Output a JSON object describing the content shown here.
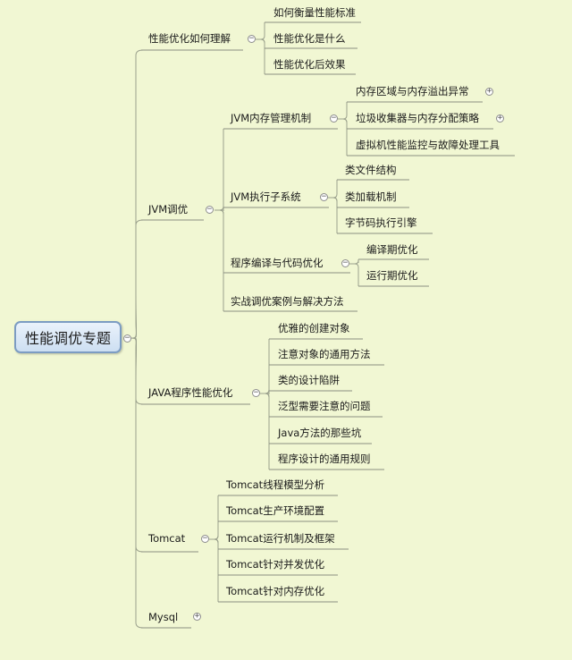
{
  "root": {
    "label": "性能调优专题",
    "toggle": "−"
  },
  "branches": [
    {
      "label": "性能优化如何理解",
      "toggle": "−",
      "children": [
        {
          "label": "如何衡量性能标准"
        },
        {
          "label": "性能优化是什么"
        },
        {
          "label": "性能优化后效果"
        }
      ]
    },
    {
      "label": "JVM调优",
      "toggle": "−",
      "children": [
        {
          "label": "JVM内存管理机制",
          "toggle": "−",
          "children": [
            {
              "label": "内存区域与内存溢出异常",
              "toggle": "+"
            },
            {
              "label": "垃圾收集器与内存分配策略",
              "toggle": "+"
            },
            {
              "label": "虚拟机性能监控与故障处理工具"
            }
          ]
        },
        {
          "label": "JVM执行子系统",
          "toggle": "−",
          "children": [
            {
              "label": "类文件结构"
            },
            {
              "label": "类加载机制"
            },
            {
              "label": "字节码执行引擎"
            }
          ]
        },
        {
          "label": "程序编译与代码优化",
          "toggle": "−",
          "children": [
            {
              "label": "编译期优化"
            },
            {
              "label": "运行期优化"
            }
          ]
        },
        {
          "label": "实战调优案例与解决方法"
        }
      ]
    },
    {
      "label": "JAVA程序性能优化",
      "toggle": "−",
      "children": [
        {
          "label": "优雅的创建对象"
        },
        {
          "label": "注意对象的通用方法"
        },
        {
          "label": "类的设计陷阱"
        },
        {
          "label": "泛型需要注意的问题"
        },
        {
          "label": "Java方法的那些坑"
        },
        {
          "label": "程序设计的通用规则"
        }
      ]
    },
    {
      "label": "Tomcat",
      "toggle": "−",
      "children": [
        {
          "label": "Tomcat线程模型分析"
        },
        {
          "label": "Tomcat生产环境配置"
        },
        {
          "label": "Tomcat运行机制及框架"
        },
        {
          "label": "Tomcat针对并发优化"
        },
        {
          "label": "Tomcat针对内存优化"
        }
      ]
    },
    {
      "label": "Mysql",
      "toggle": "+"
    }
  ],
  "colors": {
    "background": "#f1f7d3",
    "line": "#9aa08c",
    "underline": "#8a8f80"
  }
}
